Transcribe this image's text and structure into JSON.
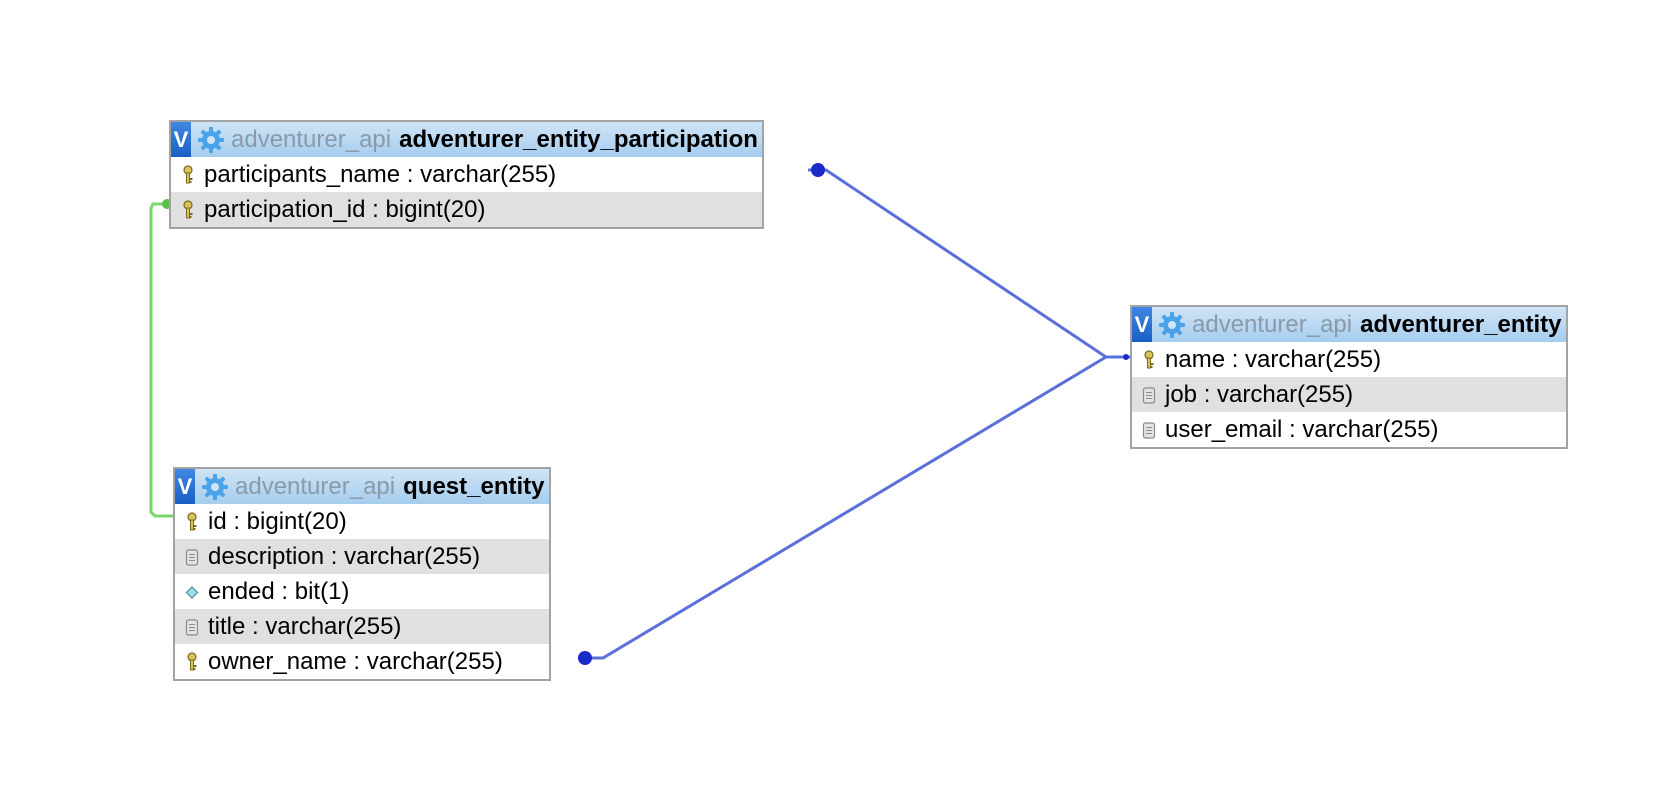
{
  "colors": {
    "header_gradient_top": "#cfe4f6",
    "header_gradient_bottom": "#a5cdee",
    "toggle_blue": "#1a5fc4",
    "db_name_gray": "#8a9aa8",
    "row_alt_bg": "#e0e0e0",
    "relation_blue": "#5a6fdc",
    "relation_green": "#7cd46c"
  },
  "tables": {
    "participation": {
      "toggle": "V",
      "db": "adventurer_api",
      "name": "adventurer_entity_participation",
      "columns": [
        {
          "text": "participants_name : varchar(255)",
          "icon": "key-icon"
        },
        {
          "text": "participation_id : bigint(20)",
          "icon": "key-icon"
        }
      ]
    },
    "quest": {
      "toggle": "V",
      "db": "adventurer_api",
      "name": "quest_entity",
      "columns": [
        {
          "text": "id : bigint(20)",
          "icon": "key-icon"
        },
        {
          "text": "description : varchar(255)",
          "icon": "column-icon"
        },
        {
          "text": "ended : bit(1)",
          "icon": "diamond-icon"
        },
        {
          "text": "title : varchar(255)",
          "icon": "column-icon"
        },
        {
          "text": "owner_name : varchar(255)",
          "icon": "key-icon"
        }
      ]
    },
    "adventurer": {
      "toggle": "V",
      "db": "adventurer_api",
      "name": "adventurer_entity",
      "columns": [
        {
          "text": "name : varchar(255)",
          "icon": "key-icon"
        },
        {
          "text": "job : varchar(255)",
          "icon": "column-icon"
        },
        {
          "text": "user_email : varchar(255)",
          "icon": "column-icon"
        }
      ]
    }
  },
  "relations": [
    {
      "from": "participation.participants_name",
      "to": "adventurer.name",
      "color": "#5a6fdc"
    },
    {
      "from": "quest.owner_name",
      "to": "adventurer.name",
      "color": "#5a6fdc"
    },
    {
      "from": "participation.participation_id",
      "to": "quest.id",
      "color": "#7cd46c"
    }
  ]
}
